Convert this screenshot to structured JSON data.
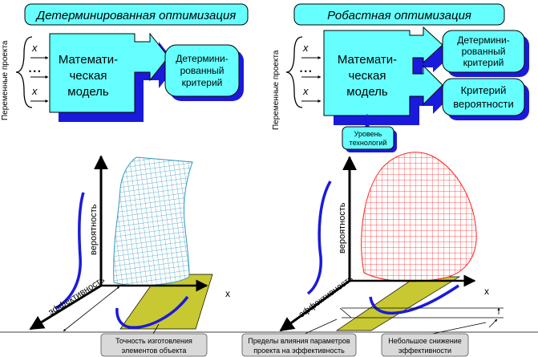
{
  "left": {
    "title": "Детерминированная оптимизация",
    "side_label": "Переменные проекта",
    "var_label": "x",
    "dots": "• • •",
    "model": [
      "Математи-",
      "ческая",
      "модель"
    ],
    "criterion": [
      "Детермини-",
      "рованный",
      "критерий"
    ]
  },
  "right": {
    "title": "Робастная оптимизация",
    "side_label": "Переменные проекта",
    "var_label": "x",
    "dots": "• • •",
    "model": [
      "Математи-",
      "ческая",
      "модель"
    ],
    "criterion_det": [
      "Детермини-",
      "рованный",
      "критерий"
    ],
    "criterion_prob": [
      "Критерий",
      "вероятности"
    ],
    "tech_level": [
      "Уровень",
      "технологий"
    ]
  },
  "plots": {
    "y_axis_label": "вероятность",
    "z_axis_label": "эффективность",
    "x_axis_label": "x",
    "colors": {
      "left_mesh": "#3399bb",
      "right_mesh": "#ff2020",
      "curve": "#1a1adc",
      "band": "#c8c832"
    }
  },
  "callouts": {
    "precision": [
      "Точность изготовления",
      "элементов объекта"
    ],
    "limits": [
      "Пределы влияния параметров",
      "проекта на эффективность"
    ],
    "decrease": [
      "Небольшое снижение",
      "эффективности"
    ]
  }
}
